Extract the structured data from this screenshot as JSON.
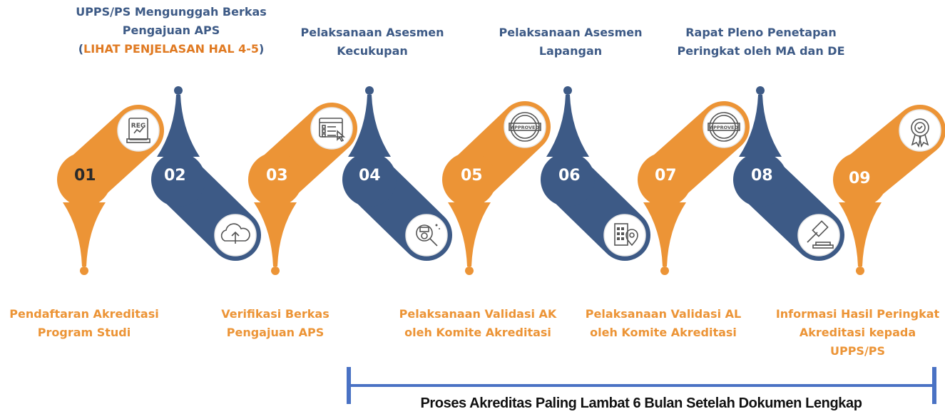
{
  "steps": [
    {
      "number": "01",
      "label_lines": [
        "Pendaftaran Akreditasi",
        "Program Studi"
      ],
      "position": "bottom",
      "color": "orange",
      "icon": "reg-icon"
    },
    {
      "number": "02",
      "label_lines": [
        "UPPS/PS Mengunggah Berkas",
        "Pengajuan APS"
      ],
      "label_note_open": "(",
      "label_note": "LIHAT PENJELASAN HAL 4-5",
      "label_note_close": ")",
      "position": "top",
      "color": "navy",
      "icon": "cloud-upload-icon"
    },
    {
      "number": "03",
      "label_lines": [
        "Verifikasi Berkas",
        "Pengajuan APS"
      ],
      "position": "bottom",
      "color": "orange",
      "icon": "checklist-icon"
    },
    {
      "number": "04",
      "label_lines": [
        "Pelaksanaan Asesmen",
        "Kecukupan"
      ],
      "position": "top",
      "color": "navy",
      "icon": "magnifier-icon"
    },
    {
      "number": "05",
      "label_lines": [
        "Pelaksanaan Validasi AK",
        "oleh Komite Akreditasi"
      ],
      "position": "bottom",
      "color": "orange",
      "icon": "approved-stamp-icon"
    },
    {
      "number": "06",
      "label_lines": [
        "Pelaksanaan Asesmen",
        "Lapangan"
      ],
      "position": "top",
      "color": "navy",
      "icon": "building-location-icon"
    },
    {
      "number": "07",
      "label_lines": [
        "Pelaksanaan Validasi AL",
        "oleh Komite Akreditasi"
      ],
      "position": "bottom",
      "color": "orange",
      "icon": "approved-stamp-icon"
    },
    {
      "number": "08",
      "label_lines": [
        "Rapat Pleno Penetapan",
        "Peringkat oleh MA dan DE"
      ],
      "position": "top",
      "color": "navy",
      "icon": "gavel-icon"
    },
    {
      "number": "09",
      "label_lines": [
        "Informasi Hasil Peringkat",
        "Akreditasi kepada",
        "UPPS/PS"
      ],
      "position": "bottom",
      "color": "orange",
      "icon": "award-badge-icon"
    }
  ],
  "icon_text": {
    "reg": "REG",
    "approved": "APPROVED"
  },
  "footer": {
    "text": "Proses Akreditas Paling Lambat 6 Bulan Setelah Dokumen Lengkap"
  },
  "colors": {
    "orange": "#ec9436",
    "navy": "#3d5a86",
    "bracket": "#4a72c4",
    "white": "#ffffff",
    "number_dark": "#2a2a2a"
  }
}
